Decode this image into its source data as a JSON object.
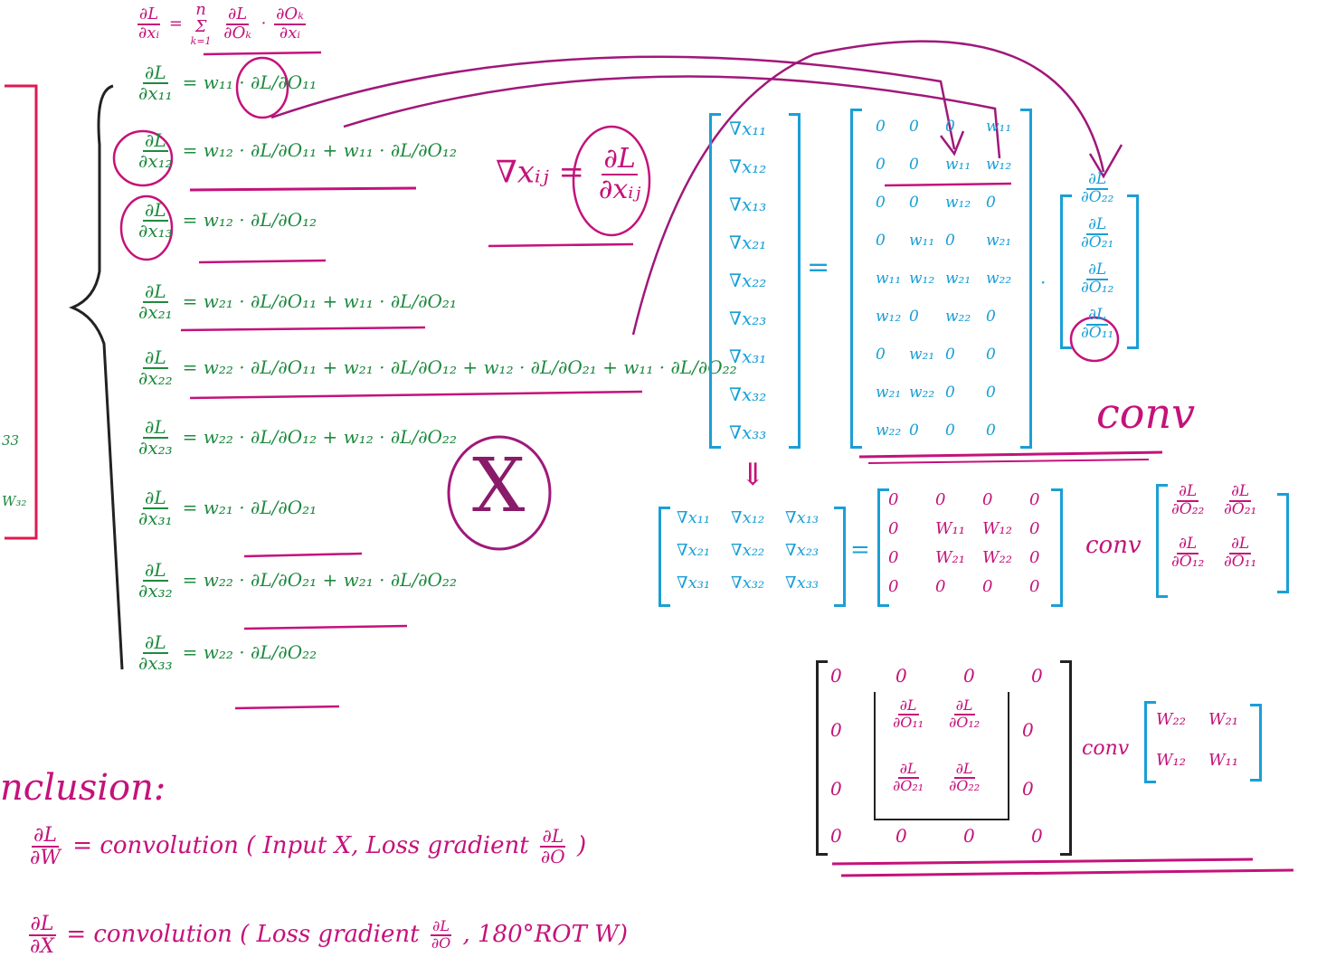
{
  "top_formula": {
    "lhs_num": "∂L",
    "lhs_den": "∂xᵢ",
    "sum_top": "n",
    "sum_sym": "Σ",
    "sum_bot": "k=1",
    "t1_num": "∂L",
    "t1_den": "∂Oₖ",
    "dot": "·",
    "t2_num": "∂Oₖ",
    "t2_den": "∂xᵢ"
  },
  "equations": [
    {
      "lhs": "∂x₁₁",
      "rhs": "= w₁₁ · ∂L/∂O₁₁"
    },
    {
      "lhs": "∂x₁₂",
      "rhs": "= w₁₂ · ∂L/∂O₁₁ + w₁₁ · ∂L/∂O₁₂"
    },
    {
      "lhs": "∂x₁₃",
      "rhs": "= w₁₂ · ∂L/∂O₁₂"
    },
    {
      "lhs": "∂x₂₁",
      "rhs": "= w₂₁ · ∂L/∂O₁₁ + w₁₁ · ∂L/∂O₂₁"
    },
    {
      "lhs": "∂x₂₂",
      "rhs": "= w₂₂ · ∂L/∂O₁₁ + w₂₁ · ∂L/∂O₁₂ + w₁₂ · ∂L/∂O₂₁ + w₁₁ · ∂L/∂O₂₂"
    },
    {
      "lhs": "∂x₂₃",
      "rhs": "= w₂₂ · ∂L/∂O₁₂ + w₁₂ · ∂L/∂O₂₂"
    },
    {
      "lhs": "∂x₃₁",
      "rhs": "= w₂₁ · ∂L/∂O₂₁"
    },
    {
      "lhs": "∂x₃₂",
      "rhs": "= w₂₂ · ∂L/∂O₂₁ + w₂₁ · ∂L/∂O₂₂"
    },
    {
      "lhs": "∂x₃₃",
      "rhs": "= w₂₂ · ∂L/∂O₂₂"
    }
  ],
  "eq_numerator": "∂L",
  "nabla_def": {
    "lhs": "∇xᵢⱼ =",
    "num": "∂L",
    "den": "∂xᵢⱼ"
  },
  "x_mark": "X",
  "grad_vector": [
    "∇x₁₁",
    "∇x₁₂",
    "∇x₁₃",
    "∇x₂₁",
    "∇x₂₂",
    "∇x₂₃",
    "∇x₃₁",
    "∇x₃₂",
    "∇x₃₃"
  ],
  "equals": "=",
  "w_matrix": [
    [
      "0",
      "0",
      "0",
      "w₁₁"
    ],
    [
      "0",
      "0",
      "w₁₁",
      "w₁₂"
    ],
    [
      "0",
      "0",
      "w₁₂",
      "0"
    ],
    [
      "0",
      "w₁₁",
      "0",
      "w₂₁"
    ],
    [
      "w₁₁",
      "w₁₂",
      "w₂₁",
      "w₂₂"
    ],
    [
      "w₁₂",
      "0",
      "w₂₂",
      "0"
    ],
    [
      "0",
      "w₂₁",
      "0",
      "0"
    ],
    [
      "w₂₁",
      "w₂₂",
      "0",
      "0"
    ],
    [
      "w₂₂",
      "0",
      "0",
      "0"
    ]
  ],
  "dot_sym": "·",
  "o_vector": [
    {
      "num": "∂L",
      "den": "∂O₂₂"
    },
    {
      "num": "∂L",
      "den": "∂O₂₁"
    },
    {
      "num": "∂L",
      "den": "∂O₁₂"
    },
    {
      "num": "∂L",
      "den": "∂O₁₁"
    }
  ],
  "conv_word": "conv",
  "down_arrow": "⇓",
  "grad_matrix": [
    [
      "∇x₁₁",
      "∇x₁₂",
      "∇x₁₃"
    ],
    [
      "∇x₂₁",
      "∇x₂₂",
      "∇x₂₃"
    ],
    [
      "∇x₃₁",
      "∇x₃₂",
      "∇x₃₃"
    ]
  ],
  "padded_w": [
    [
      "0",
      "0",
      "0",
      "0"
    ],
    [
      "0",
      "W₁₁",
      "W₁₂",
      "0"
    ],
    [
      "0",
      "W₂₁",
      "W₂₂",
      "0"
    ],
    [
      "0",
      "0",
      "0",
      "0"
    ]
  ],
  "conv_word2": "conv",
  "o_matrix": [
    [
      {
        "num": "∂L",
        "den": "∂O₂₂"
      },
      {
        "num": "∂L",
        "den": "∂O₂₁"
      }
    ],
    [
      {
        "num": "∂L",
        "den": "∂O₁₂"
      },
      {
        "num": "∂L",
        "den": "∂O₁₁"
      }
    ]
  ],
  "padded_o_border": [
    "0",
    "0",
    "0",
    "0"
  ],
  "padded_o_inner": [
    [
      {
        "num": "∂L",
        "den": "∂O₁₁"
      },
      {
        "num": "∂L",
        "den": "∂O₁₂"
      }
    ],
    [
      {
        "num": "∂L",
        "den": "∂O₂₁"
      },
      {
        "num": "∂L",
        "den": "∂O₂₂"
      }
    ]
  ],
  "conv_word3": "conv",
  "rot_w": [
    [
      "W₂₂",
      "W₂₁"
    ],
    [
      "W₁₂",
      "W₁₁"
    ]
  ],
  "conclusion": {
    "heading": "nclusion:",
    "line1_lhs_num": "∂L",
    "line1_lhs_den": "∂W",
    "line1_rhs": "= convolution ( Input X, Loss gradient",
    "line1_frac_num": "∂L",
    "line1_frac_den": "∂O",
    "line1_end": ")",
    "line2_lhs_num": "∂L",
    "line2_lhs_den": "∂X",
    "line2_rhs": "= convolution ( Loss gradient",
    "line2_frac_num": "∂L",
    "line2_frac_den": "∂O",
    "line2_end": ", 180°ROT W)"
  },
  "left_edge": {
    "t1": "33",
    "t2": "W₃₂"
  }
}
